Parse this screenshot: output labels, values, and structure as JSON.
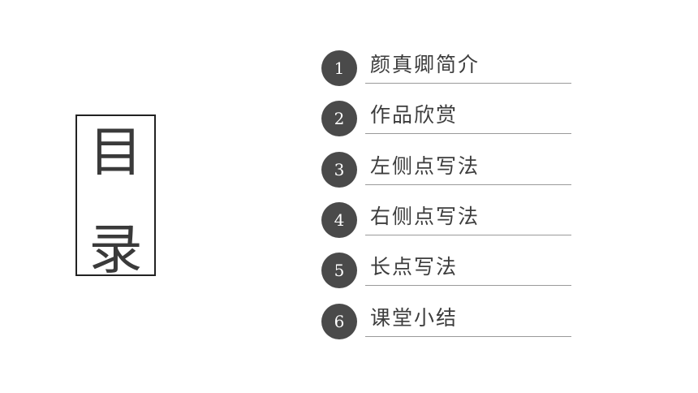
{
  "title": {
    "char_top": "目",
    "char_bottom": "录"
  },
  "toc": {
    "items": [
      {
        "number": "1",
        "label": "颜真卿简介"
      },
      {
        "number": "2",
        "label": "作品欣赏"
      },
      {
        "number": "3",
        "label": "左侧点写法"
      },
      {
        "number": "4",
        "label": "右侧点写法"
      },
      {
        "number": "5",
        "label": "长点写法"
      },
      {
        "number": "6",
        "label": "课堂小结"
      }
    ]
  },
  "colors": {
    "circle": "#4a4a4a",
    "text": "#3d3d3d",
    "divider": "#9a9a9a",
    "border": "#222222"
  }
}
